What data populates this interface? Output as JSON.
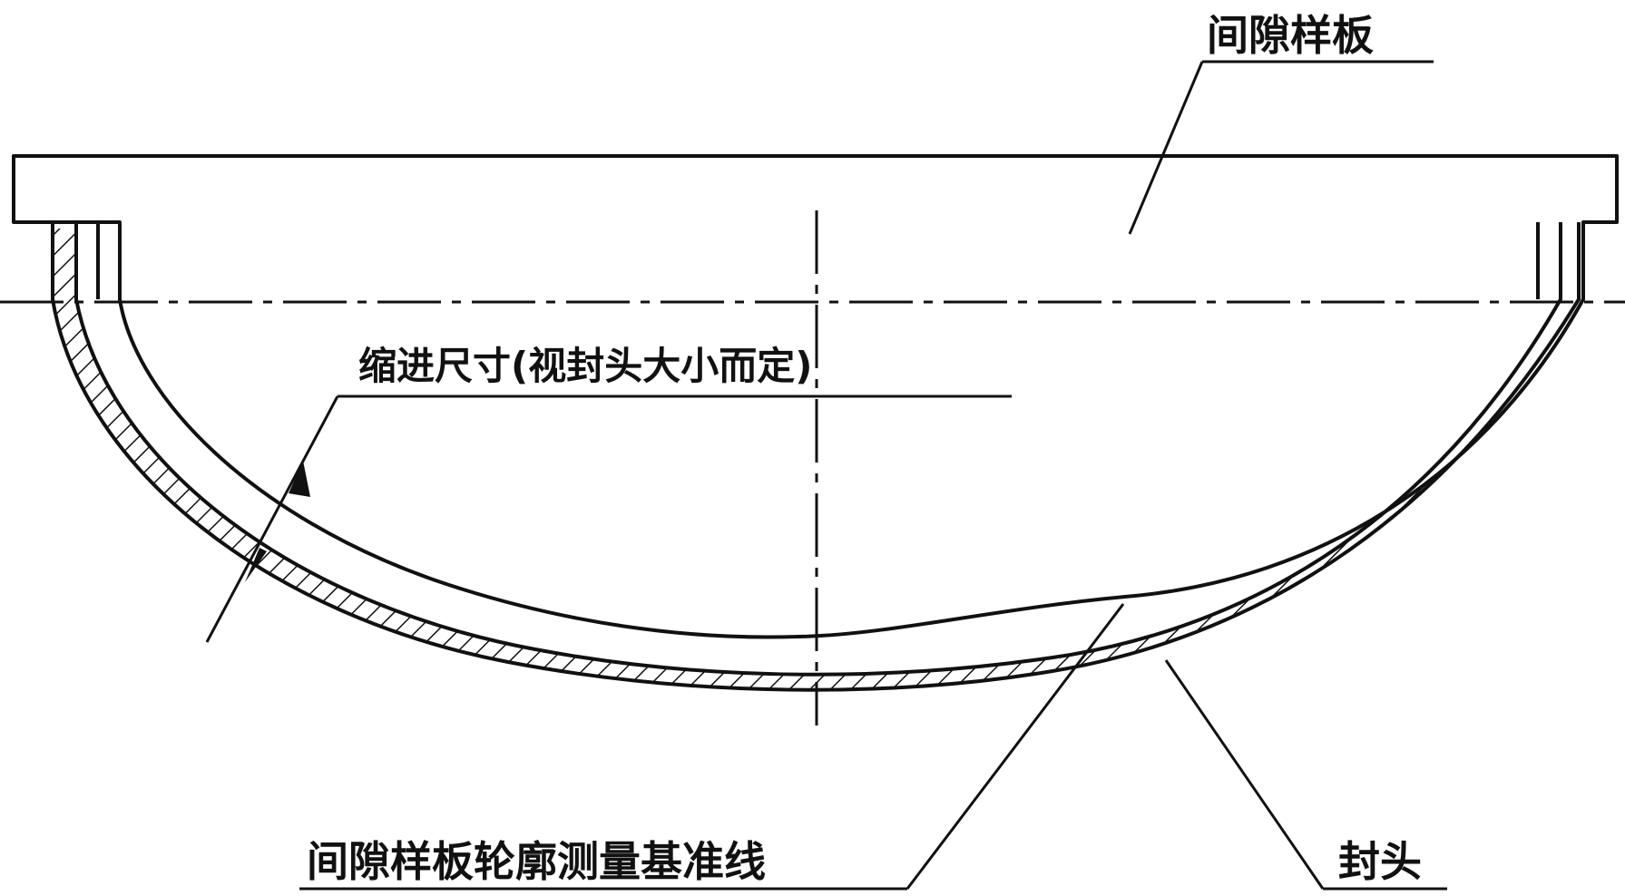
{
  "labels": {
    "gap_template": "间隙样板",
    "indent_dimension": "缩进尺寸(视封头大小而定)",
    "baseline": "间隙样板轮廓测量基准线",
    "head": "封头"
  },
  "colors": {
    "ink": "#111111",
    "background": "#ffffff"
  }
}
